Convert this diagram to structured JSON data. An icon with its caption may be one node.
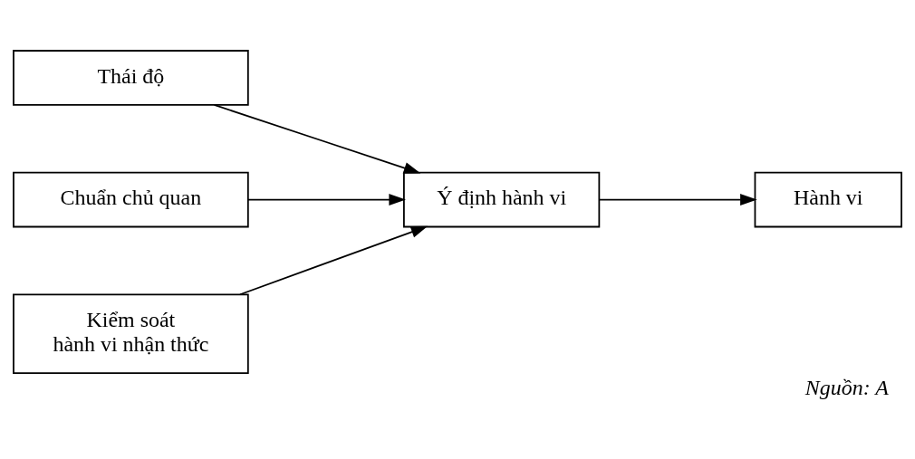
{
  "diagram": {
    "caption": "Nguồn: A",
    "nodes": [
      {
        "text": [
          "Thái độ"
        ]
      },
      {
        "text": [
          "Chuẩn chủ quan"
        ]
      },
      {
        "text": [
          "Kiểm soát hành vi nhận thức"
        ]
      },
      {
        "text": [
          "Ý định hành vi"
        ]
      },
      {
        "text": [
          "Hành vi"
        ]
      }
    ],
    "edges": [
      {
        "from": 0,
        "to": 3,
        "arrow": "to"
      },
      {
        "from": 1,
        "to": 3,
        "arrow": "to"
      },
      {
        "from": 2,
        "to": 3,
        "arrow": "to"
      },
      {
        "from": 3,
        "to": 4,
        "arrow": "to"
      }
    ]
  }
}
